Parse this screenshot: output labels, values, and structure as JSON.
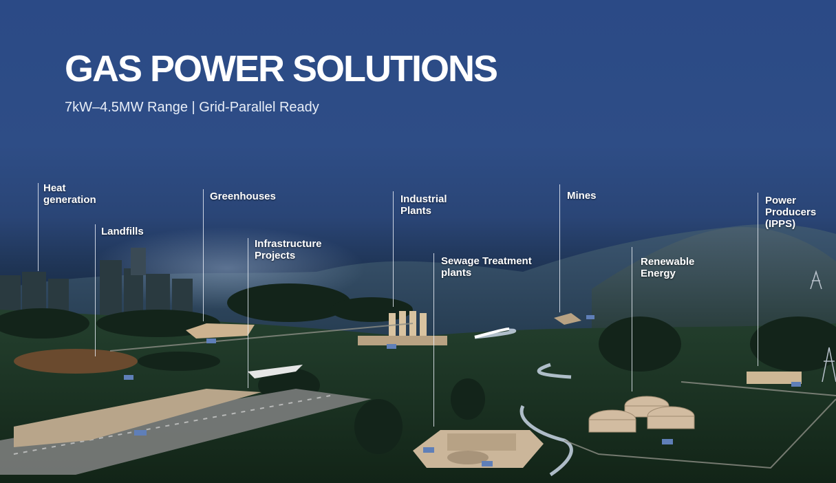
{
  "header": {
    "title": "GAS POWER SOLUTIONS",
    "subtitle": "7kW–4.5MW Range | Grid-Parallel Ready"
  },
  "applications": [
    {
      "lines": [
        "Heat",
        "generation"
      ]
    },
    {
      "lines": [
        "Landfills"
      ]
    },
    {
      "lines": [
        "Greenhouses"
      ]
    },
    {
      "lines": [
        "Infrastructure",
        "Projects"
      ]
    },
    {
      "lines": [
        "Industrial",
        "Plants"
      ]
    },
    {
      "lines": [
        "Sewage Treatment",
        "plants"
      ]
    },
    {
      "lines": [
        "Mines"
      ]
    },
    {
      "lines": [
        "Renewable",
        "Energy"
      ]
    },
    {
      "lines": [
        "Power",
        "Producers",
        "(IPPS)"
      ]
    }
  ],
  "colors": {
    "sky_top": "#2b4a86",
    "ground": "#1b3026",
    "label_text": "#ffffff",
    "pin_line": "#ebf0f8"
  }
}
